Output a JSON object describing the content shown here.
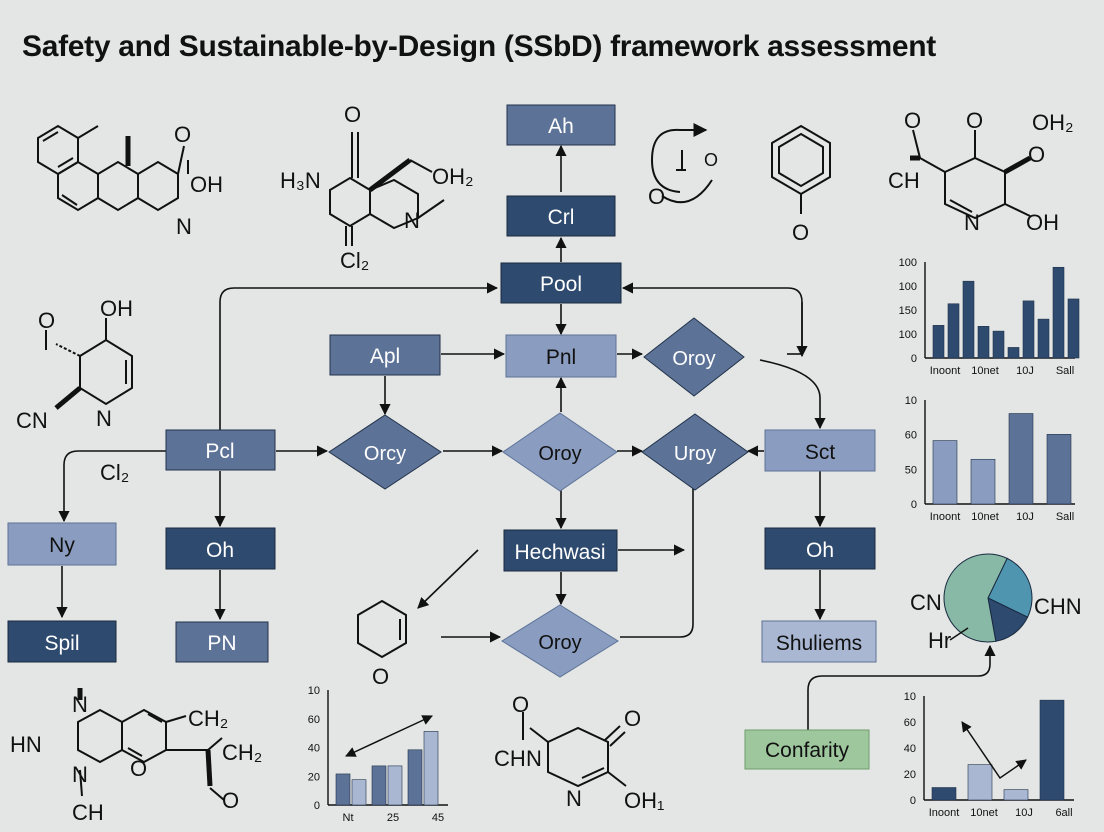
{
  "title": "Safety and Sustainable-by-Design (SSbD) framework assessment",
  "colors": {
    "dark": "#2e4a6e",
    "mid": "#5d7297",
    "light": "#8a9dc0",
    "lighter": "#a9b7d3",
    "green": "#9fc79e",
    "line": "#111111"
  },
  "flow": {
    "ah": "Ah",
    "crl": "Crl",
    "pool": "Pool",
    "apl": "Apl",
    "pnl": "Pnl",
    "oroy_top": "Oroy",
    "pcl": "Pcl",
    "orcy": "Orcy",
    "oroy_mid": "Oroy",
    "uroy": "Uroy",
    "sct": "Sct",
    "ny": "Ny",
    "oh_left": "Oh",
    "hechwasi": "Hechwasi",
    "oh_right": "Oh",
    "spil": "Spil",
    "pn": "PN",
    "oroy_bot": "Oroy",
    "shuliems": "Shuliems",
    "confarity": "Confarity"
  },
  "chem": {
    "m1": [
      "O",
      "OH",
      "N"
    ],
    "m2": [
      "O",
      "H₃N",
      "OH₂",
      "N",
      "Cl₂"
    ],
    "m3": [
      "O",
      "O"
    ],
    "m4": [
      "O"
    ],
    "m5": [
      "O",
      "O",
      "OH₂",
      "O",
      "CH",
      "N",
      "OH"
    ],
    "m6": [
      "O",
      "OH",
      "CN",
      "N"
    ],
    "cl2": "Cl₂",
    "m7": [
      "O"
    ],
    "m8": [
      "N",
      "HN",
      "N",
      "CH",
      "CH₂",
      "O",
      "CH₂",
      "O"
    ],
    "m9": [
      "O",
      "O",
      "CH",
      "N",
      "N",
      "OH₁"
    ]
  },
  "pie_labels": [
    "CN",
    "CHN",
    "Hr"
  ],
  "chart_data": [
    {
      "type": "bar",
      "id": "bar1",
      "yticks": [
        "100",
        "100",
        "150",
        "100",
        "0"
      ],
      "ylim": [
        0,
        200
      ],
      "categories": [
        "Inoont",
        "10net",
        "10J",
        "Sall"
      ],
      "values": [
        68,
        113,
        160,
        66,
        56,
        22,
        119,
        81,
        189,
        123
      ],
      "colors": [
        "#2e4a6e"
      ]
    },
    {
      "type": "bar",
      "id": "bar2",
      "yticks": [
        "10",
        "60",
        "50",
        "0"
      ],
      "ylim": [
        0,
        100
      ],
      "categories": [
        "Inoont",
        "10net",
        "10J",
        "Sall"
      ],
      "values": [
        61,
        43,
        87,
        67
      ],
      "colors": [
        "#8a9dc0",
        "#8a9dc0",
        "#5d7297",
        "#5d7297"
      ]
    },
    {
      "type": "bar",
      "id": "bar3",
      "yticks": [
        "10",
        "60",
        "40",
        "20",
        "0"
      ],
      "ylim": [
        0,
        100
      ],
      "categories": [
        "Nt",
        "25",
        "45"
      ],
      "values": [
        27,
        22,
        34,
        34,
        48,
        64
      ],
      "colors": [
        "#5d7297",
        "#a9b7d3"
      ]
    },
    {
      "type": "bar",
      "id": "bar4",
      "yticks": [
        "10",
        "60",
        "40",
        "20",
        "0"
      ],
      "ylim": [
        0,
        100
      ],
      "categories": [
        "Inoont",
        "10net",
        "10J",
        "6all"
      ],
      "values": [
        12,
        34,
        10,
        96
      ],
      "colors": [
        "#2e4a6e",
        "#a9b7d3",
        "#a9b7d3",
        "#2e4a6e"
      ]
    },
    {
      "type": "pie",
      "id": "pie1",
      "labels": [
        "CN",
        "CHN",
        "Hr"
      ],
      "values": [
        25,
        15,
        60
      ],
      "colors": [
        "#4f95b0",
        "#2e4a6e",
        "#88b9a6"
      ]
    }
  ]
}
